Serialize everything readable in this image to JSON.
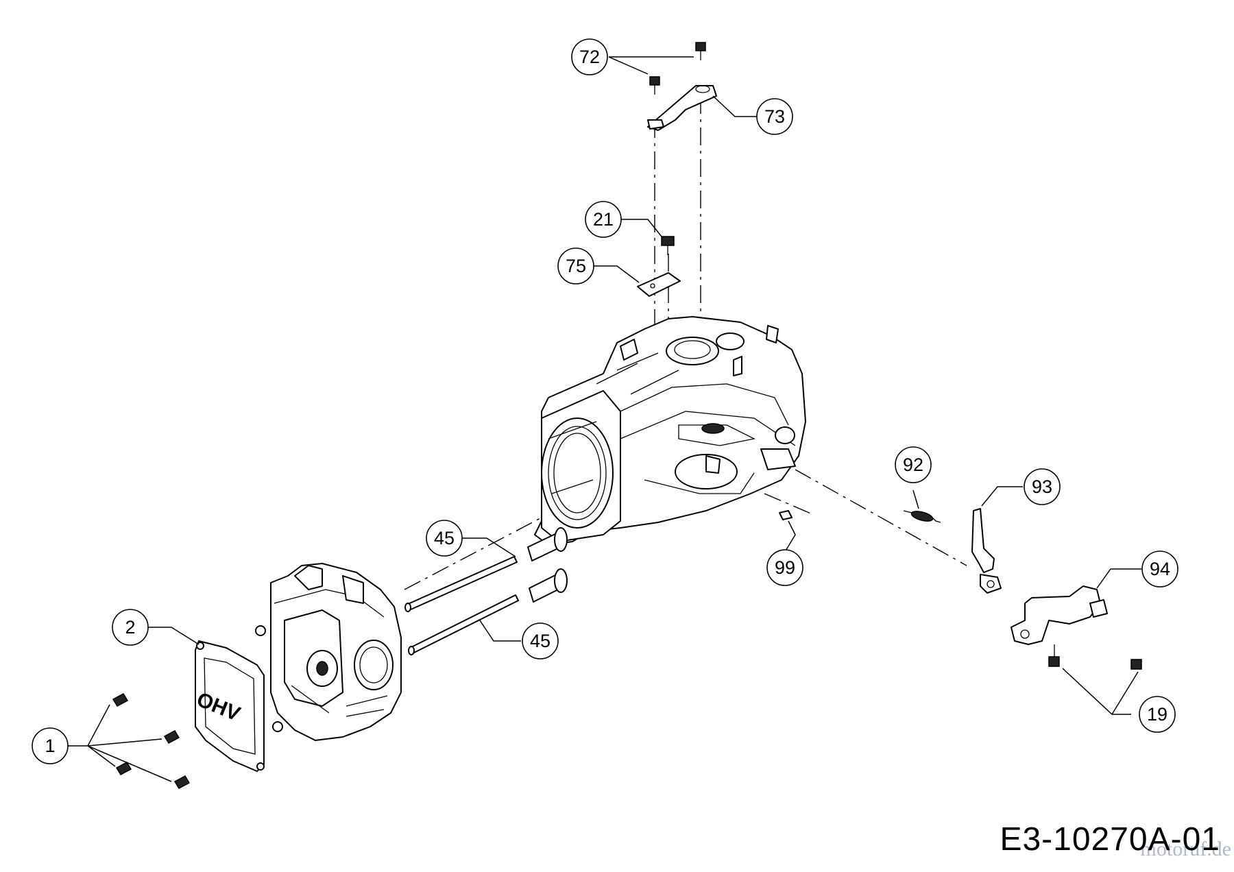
{
  "callouts": [
    {
      "id": "72",
      "label": "72"
    },
    {
      "id": "73",
      "label": "73"
    },
    {
      "id": "21",
      "label": "21"
    },
    {
      "id": "75",
      "label": "75"
    },
    {
      "id": "45a",
      "label": "45"
    },
    {
      "id": "45b",
      "label": "45"
    },
    {
      "id": "2",
      "label": "2"
    },
    {
      "id": "1",
      "label": "1"
    },
    {
      "id": "92",
      "label": "92"
    },
    {
      "id": "93",
      "label": "93"
    },
    {
      "id": "94",
      "label": "94"
    },
    {
      "id": "99",
      "label": "99"
    },
    {
      "id": "19",
      "label": "19"
    }
  ],
  "cover_lettering": "OHV",
  "drawing_code": "E3-10270A-01",
  "watermark": "motoruf.de"
}
